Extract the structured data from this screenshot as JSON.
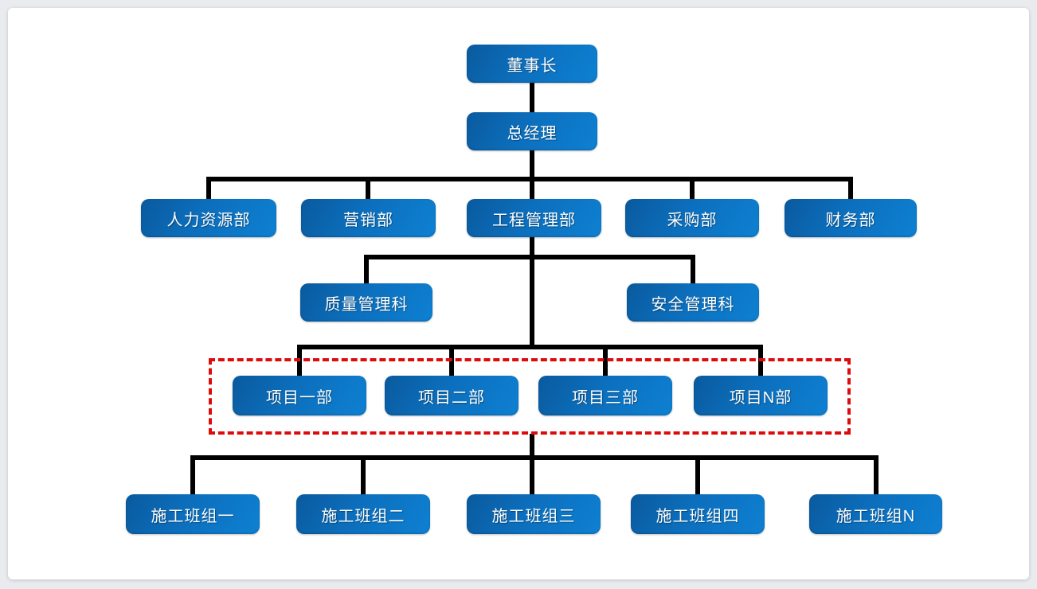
{
  "colors": {
    "node_fill_dark": "#0a5a9e",
    "node_fill_light": "#0e80d2",
    "node_text": "#ffffff",
    "connector": "#000000",
    "highlight_border": "#dd0c0c",
    "slide_background": "#ffffff",
    "page_background": "#e9ebef"
  },
  "org_chart": {
    "nodes": {
      "chairman": {
        "label": "董事长"
      },
      "general_manager": {
        "label": "总经理"
      },
      "hr": {
        "label": "人力资源部"
      },
      "marketing": {
        "label": "营销部"
      },
      "engineering": {
        "label": "工程管理部"
      },
      "procurement": {
        "label": "采购部"
      },
      "finance": {
        "label": "财务部"
      },
      "quality": {
        "label": "质量管理科"
      },
      "safety": {
        "label": "安全管理科"
      },
      "project1": {
        "label": "项目一部"
      },
      "project2": {
        "label": "项目二部"
      },
      "project3": {
        "label": "项目三部"
      },
      "projectN": {
        "label": "项目N部"
      },
      "crew1": {
        "label": "施工班组一"
      },
      "crew2": {
        "label": "施工班组二"
      },
      "crew3": {
        "label": "施工班组三"
      },
      "crew4": {
        "label": "施工班组四"
      },
      "crewN": {
        "label": "施工班组N"
      }
    },
    "edges": [
      [
        "chairman",
        "general_manager"
      ],
      [
        "general_manager",
        "hr"
      ],
      [
        "general_manager",
        "marketing"
      ],
      [
        "general_manager",
        "engineering"
      ],
      [
        "general_manager",
        "procurement"
      ],
      [
        "general_manager",
        "finance"
      ],
      [
        "engineering",
        "quality"
      ],
      [
        "engineering",
        "safety"
      ],
      [
        "engineering",
        "project1"
      ],
      [
        "engineering",
        "project2"
      ],
      [
        "engineering",
        "project3"
      ],
      [
        "engineering",
        "projectN"
      ],
      [
        "project_group",
        "crew1"
      ],
      [
        "project_group",
        "crew2"
      ],
      [
        "project_group",
        "crew3"
      ],
      [
        "project_group",
        "crew4"
      ],
      [
        "project_group",
        "crewN"
      ]
    ],
    "highlight": {
      "style": "red-dashed-rectangle",
      "around": [
        "project1",
        "project2",
        "project3",
        "projectN"
      ]
    }
  }
}
